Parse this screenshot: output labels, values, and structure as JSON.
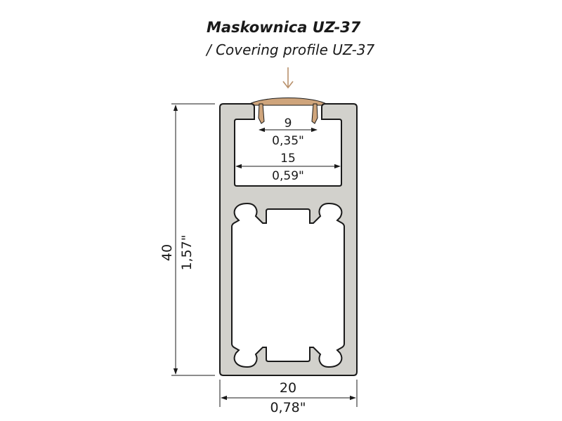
{
  "title": "Maskownica UZ-37",
  "subtitle": "/ Covering profile UZ-37",
  "colors": {
    "profile_fill": "#d2d1cc",
    "profile_stroke": "#1a1a1a",
    "cover_fill": "#cfa57c",
    "arrow": "#b8906a"
  },
  "icons": {
    "pointer": "down-arrow-icon"
  },
  "dimensions": {
    "inner_width_mm": "9",
    "inner_width_in": "0,35\"",
    "channel_width_mm": "15",
    "channel_width_in": "0,59\"",
    "total_width_mm": "20",
    "total_width_in": "0,78\"",
    "height_mm": "40",
    "height_in": "1,57\""
  }
}
